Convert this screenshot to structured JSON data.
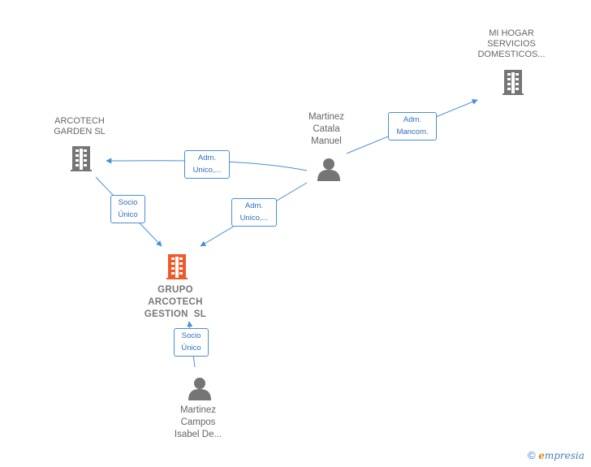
{
  "nodes": {
    "mi_hogar": {
      "lines": [
        "MI HOGAR",
        "SERVICIOS",
        "DOMESTICOS..."
      ],
      "type": "company"
    },
    "arcotech_garden": {
      "lines": [
        "ARCOTECH",
        "GARDEN SL"
      ],
      "type": "company"
    },
    "grupo_arcotech": {
      "lines": [
        "GRUPO",
        "ARCOTECH",
        "GESTION  SL"
      ],
      "type": "company-main"
    },
    "martinez_catala": {
      "lines": [
        "Martinez",
        "Catala",
        "Manuel"
      ],
      "type": "person"
    },
    "martinez_campos": {
      "lines": [
        "Martinez",
        "Campos",
        "Isabel De..."
      ],
      "type": "person"
    }
  },
  "edges": [
    {
      "id": "catala-mihogar",
      "lines": [
        "Adm.",
        "Mancom."
      ]
    },
    {
      "id": "catala-garden",
      "lines": [
        "Adm.",
        "Unico,..."
      ]
    },
    {
      "id": "catala-grupo",
      "lines": [
        "Adm.",
        "Unico,..."
      ]
    },
    {
      "id": "garden-grupo",
      "lines": [
        "Socio",
        "Único"
      ]
    },
    {
      "id": "campos-grupo",
      "lines": [
        "Socio",
        "Único"
      ]
    }
  ],
  "colors": {
    "edge": "#4a8fd6",
    "company": "#757575",
    "company_main": "#f05a28",
    "person": "#757575"
  },
  "footer": {
    "copyright": "©",
    "brand_initial": "e",
    "brand_rest": "mpresia"
  }
}
